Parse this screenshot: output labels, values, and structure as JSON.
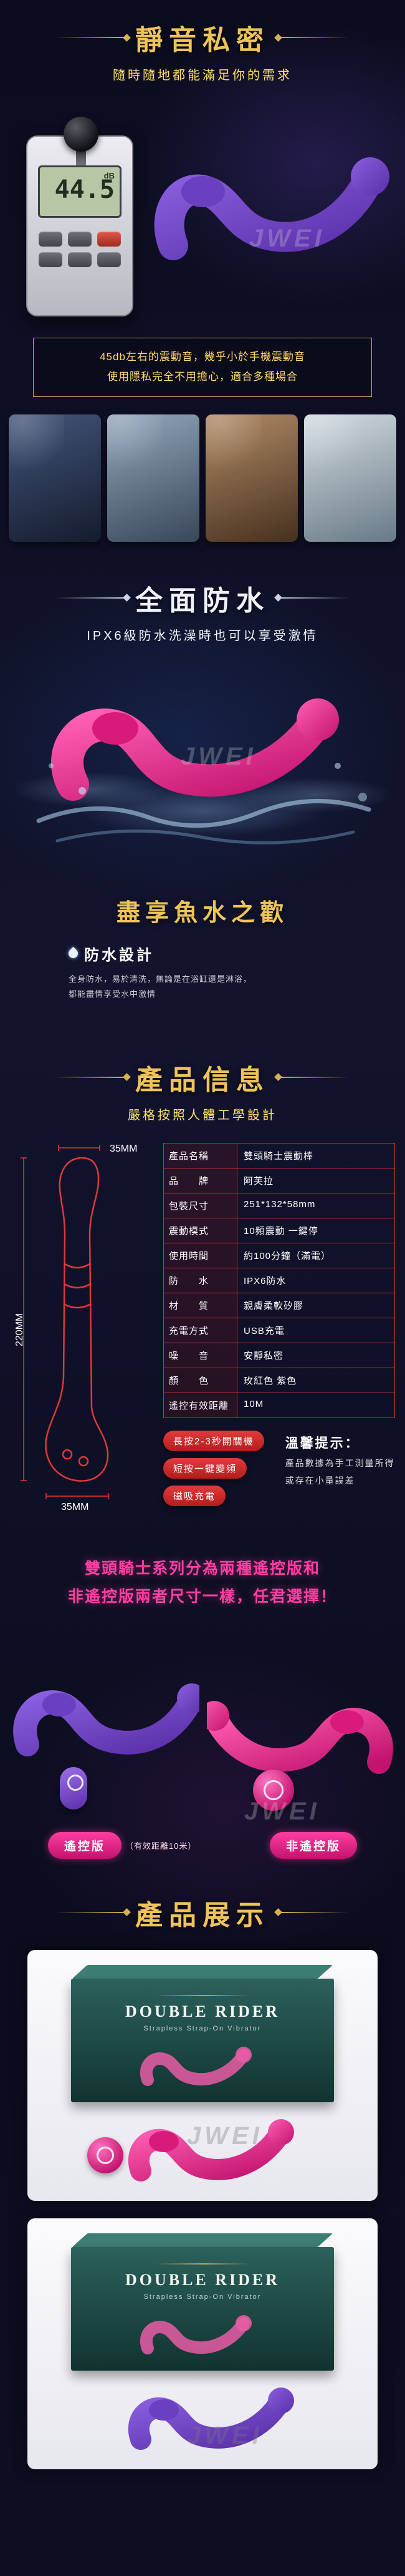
{
  "watermark": "JWEI",
  "colors": {
    "gold": "#eec45a",
    "yellow": "#ffe06a",
    "red": "#d93636",
    "magenta": "#ff3fa2",
    "purple": "#7b4fd0",
    "pink": "#e5399b",
    "lcd": "#b7c7a6"
  },
  "section_quiet": {
    "title": "靜音私密",
    "subtitle": "隨時隨地都能滿足你的需求",
    "meter_reading": "44.5",
    "meter_unit": "dB",
    "note_line1": "45db左右的震動音，幾乎小於手機震動音",
    "note_line2": "使用隱私完全不用擔心，適合多種場合"
  },
  "section_waterproof": {
    "title": "全面防水",
    "subtitle": "IPX6級防水洗澡時也可以享受激情"
  },
  "section_fish": {
    "title": "盡享魚水之歡",
    "feature_title": "防水設計",
    "desc_line1": "全身防水，易於清洗，無論是在浴缸還是淋浴，",
    "desc_line2": "都能盡情享受水中激情"
  },
  "section_info": {
    "title": "產品信息",
    "subtitle": "嚴格按照人體工學設計",
    "dims": {
      "top": "35MM",
      "side": "220MM",
      "bottom": "35MM"
    },
    "spec_rows": [
      {
        "label": "產品名稱",
        "value": "雙頭騎士震動棒"
      },
      {
        "label": "品　　牌",
        "value": "阿芙拉"
      },
      {
        "label": "包裝尺寸",
        "value": "251*132*58mm"
      },
      {
        "label": "震動模式",
        "value": "10頻震動 一鍵停"
      },
      {
        "label": "使用時間",
        "value": "約100分鐘（滿電）"
      },
      {
        "label": "防　　水",
        "value": "IPX6防水"
      },
      {
        "label": "材　　質",
        "value": "親膚柔軟矽膠"
      },
      {
        "label": "充電方式",
        "value": "USB充電"
      },
      {
        "label": "噪　　音",
        "value": "安靜私密"
      },
      {
        "label": "顏　　色",
        "value": "玫紅色 紫色"
      },
      {
        "label": "遙控有效距離",
        "value": "10M"
      }
    ],
    "annotations": [
      "長按2-3秒開關機",
      "短按一鍵變頻",
      "磁吸充電"
    ],
    "tip_title": "溫馨提示：",
    "tip_line1": "產品數據為手工測量所得",
    "tip_line2": "或存在小量誤差"
  },
  "banner": {
    "line1": "雙頭騎士系列分為兩種遙控版和",
    "line2": "非遙控版兩者尺寸一樣，任君選擇！"
  },
  "section_versions": {
    "remote_label": "遙控版",
    "remote_note": "（有效距離10米）",
    "nonremote_label": "非遙控版"
  },
  "section_display": {
    "title": "產品展示",
    "box_title": "DOUBLE RIDER",
    "box_tagline": "Strapless Strap-On Vibrator"
  }
}
